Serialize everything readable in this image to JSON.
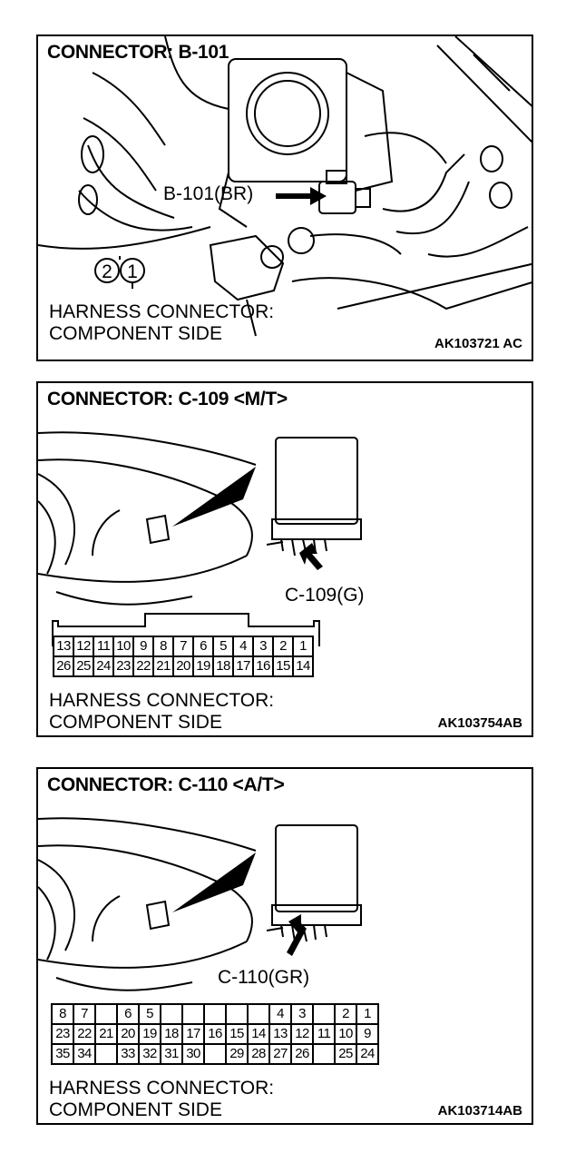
{
  "panels": [
    {
      "title": "CONNECTOR: B-101",
      "callout": "B-101(BR)",
      "pins": [
        "2",
        "1"
      ],
      "harness_line1": "HARNESS CONNECTOR:",
      "harness_line2": "COMPONENT SIDE",
      "code": "AK103721 AC"
    },
    {
      "title": "CONNECTOR: C-109 <M/T>",
      "callout": "C-109(G)",
      "row1": [
        "13",
        "12",
        "11",
        "10",
        "9",
        "8",
        "7",
        "6",
        "5",
        "4",
        "3",
        "2",
        "1"
      ],
      "row2": [
        "26",
        "25",
        "24",
        "23",
        "22",
        "21",
        "20",
        "19",
        "18",
        "17",
        "16",
        "15",
        "14"
      ],
      "harness_line1": "HARNESS CONNECTOR:",
      "harness_line2": "COMPONENT SIDE",
      "code": "AK103754AB"
    },
    {
      "title": "CONNECTOR: C-110 <A/T>",
      "callout": "C-110(GR)",
      "row1": [
        "8",
        "7",
        "",
        "6",
        "5",
        "",
        "",
        "",
        "",
        "",
        "4",
        "3",
        "",
        "2",
        "1"
      ],
      "row2": [
        "23",
        "22",
        "21",
        "20",
        "19",
        "18",
        "17",
        "16",
        "15",
        "14",
        "13",
        "12",
        "11",
        "10",
        "9"
      ],
      "row3": [
        "35",
        "34",
        "",
        "33",
        "32",
        "31",
        "30",
        "",
        "29",
        "28",
        "27",
        "26",
        "",
        "25",
        "24"
      ],
      "harness_line1": "HARNESS CONNECTOR:",
      "harness_line2": "COMPONENT SIDE",
      "code": "AK103714AB"
    }
  ]
}
